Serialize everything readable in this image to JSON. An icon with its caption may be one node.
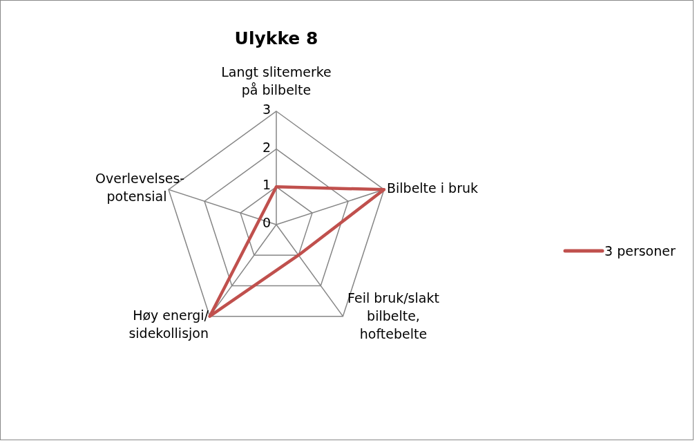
{
  "diagram": {
    "chart_data": {
      "type": "radar",
      "title": "Ulykke 8",
      "categories": [
        "Langt slitemerke på bilbelte",
        "Bilbelte i bruk",
        "Feil bruk/slakt bilbelte, hoftebelte",
        "Høy energi/ sidekollisjon",
        "Overlevelses- potensial"
      ],
      "ylim": [
        0,
        3
      ],
      "yticks": [
        0,
        1,
        2,
        3
      ],
      "series": [
        {
          "name": "3 personer",
          "color": "#c0504d",
          "values": [
            1,
            3,
            1,
            3,
            null
          ]
        }
      ]
    }
  }
}
